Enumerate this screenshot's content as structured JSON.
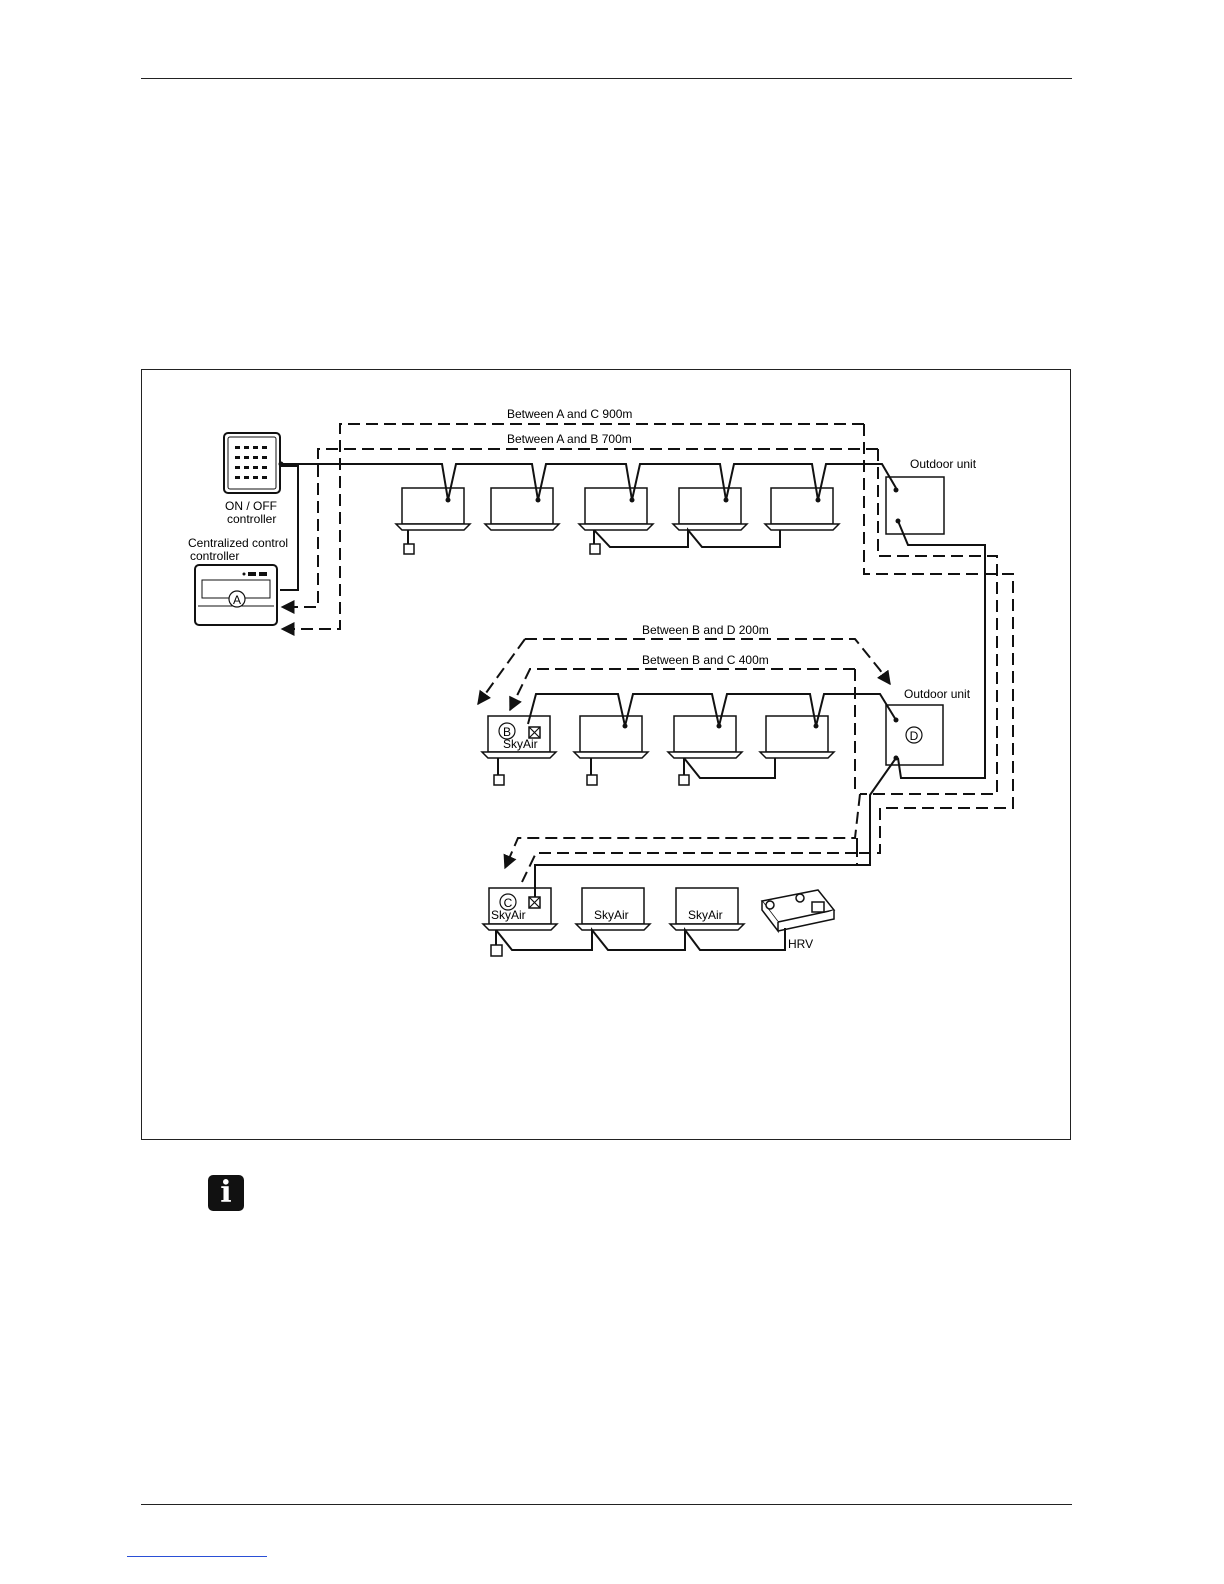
{
  "distances": {
    "a_to_c": "Between A and C 900m",
    "a_to_b": "Between A and B 700m",
    "b_to_d": "Between B and D 200m",
    "b_to_c": "Between B and C 400m"
  },
  "labels": {
    "outdoor_unit_1": "Outdoor unit",
    "outdoor_unit_2": "Outdoor unit",
    "on_off_line1": "ON / OFF",
    "on_off_line2": "controller",
    "central_line1": "Centralized control",
    "central_line2": "controller",
    "marker_a": "A",
    "marker_b": "B",
    "marker_c": "C",
    "marker_d": "D",
    "skyair_b": "SkyAir",
    "skyair_c": "SkyAir",
    "skyair_2": "SkyAir",
    "skyair_3": "SkyAir",
    "hrv": "HRV"
  },
  "icons": {
    "note": "info-icon"
  },
  "info_glyph": "i"
}
